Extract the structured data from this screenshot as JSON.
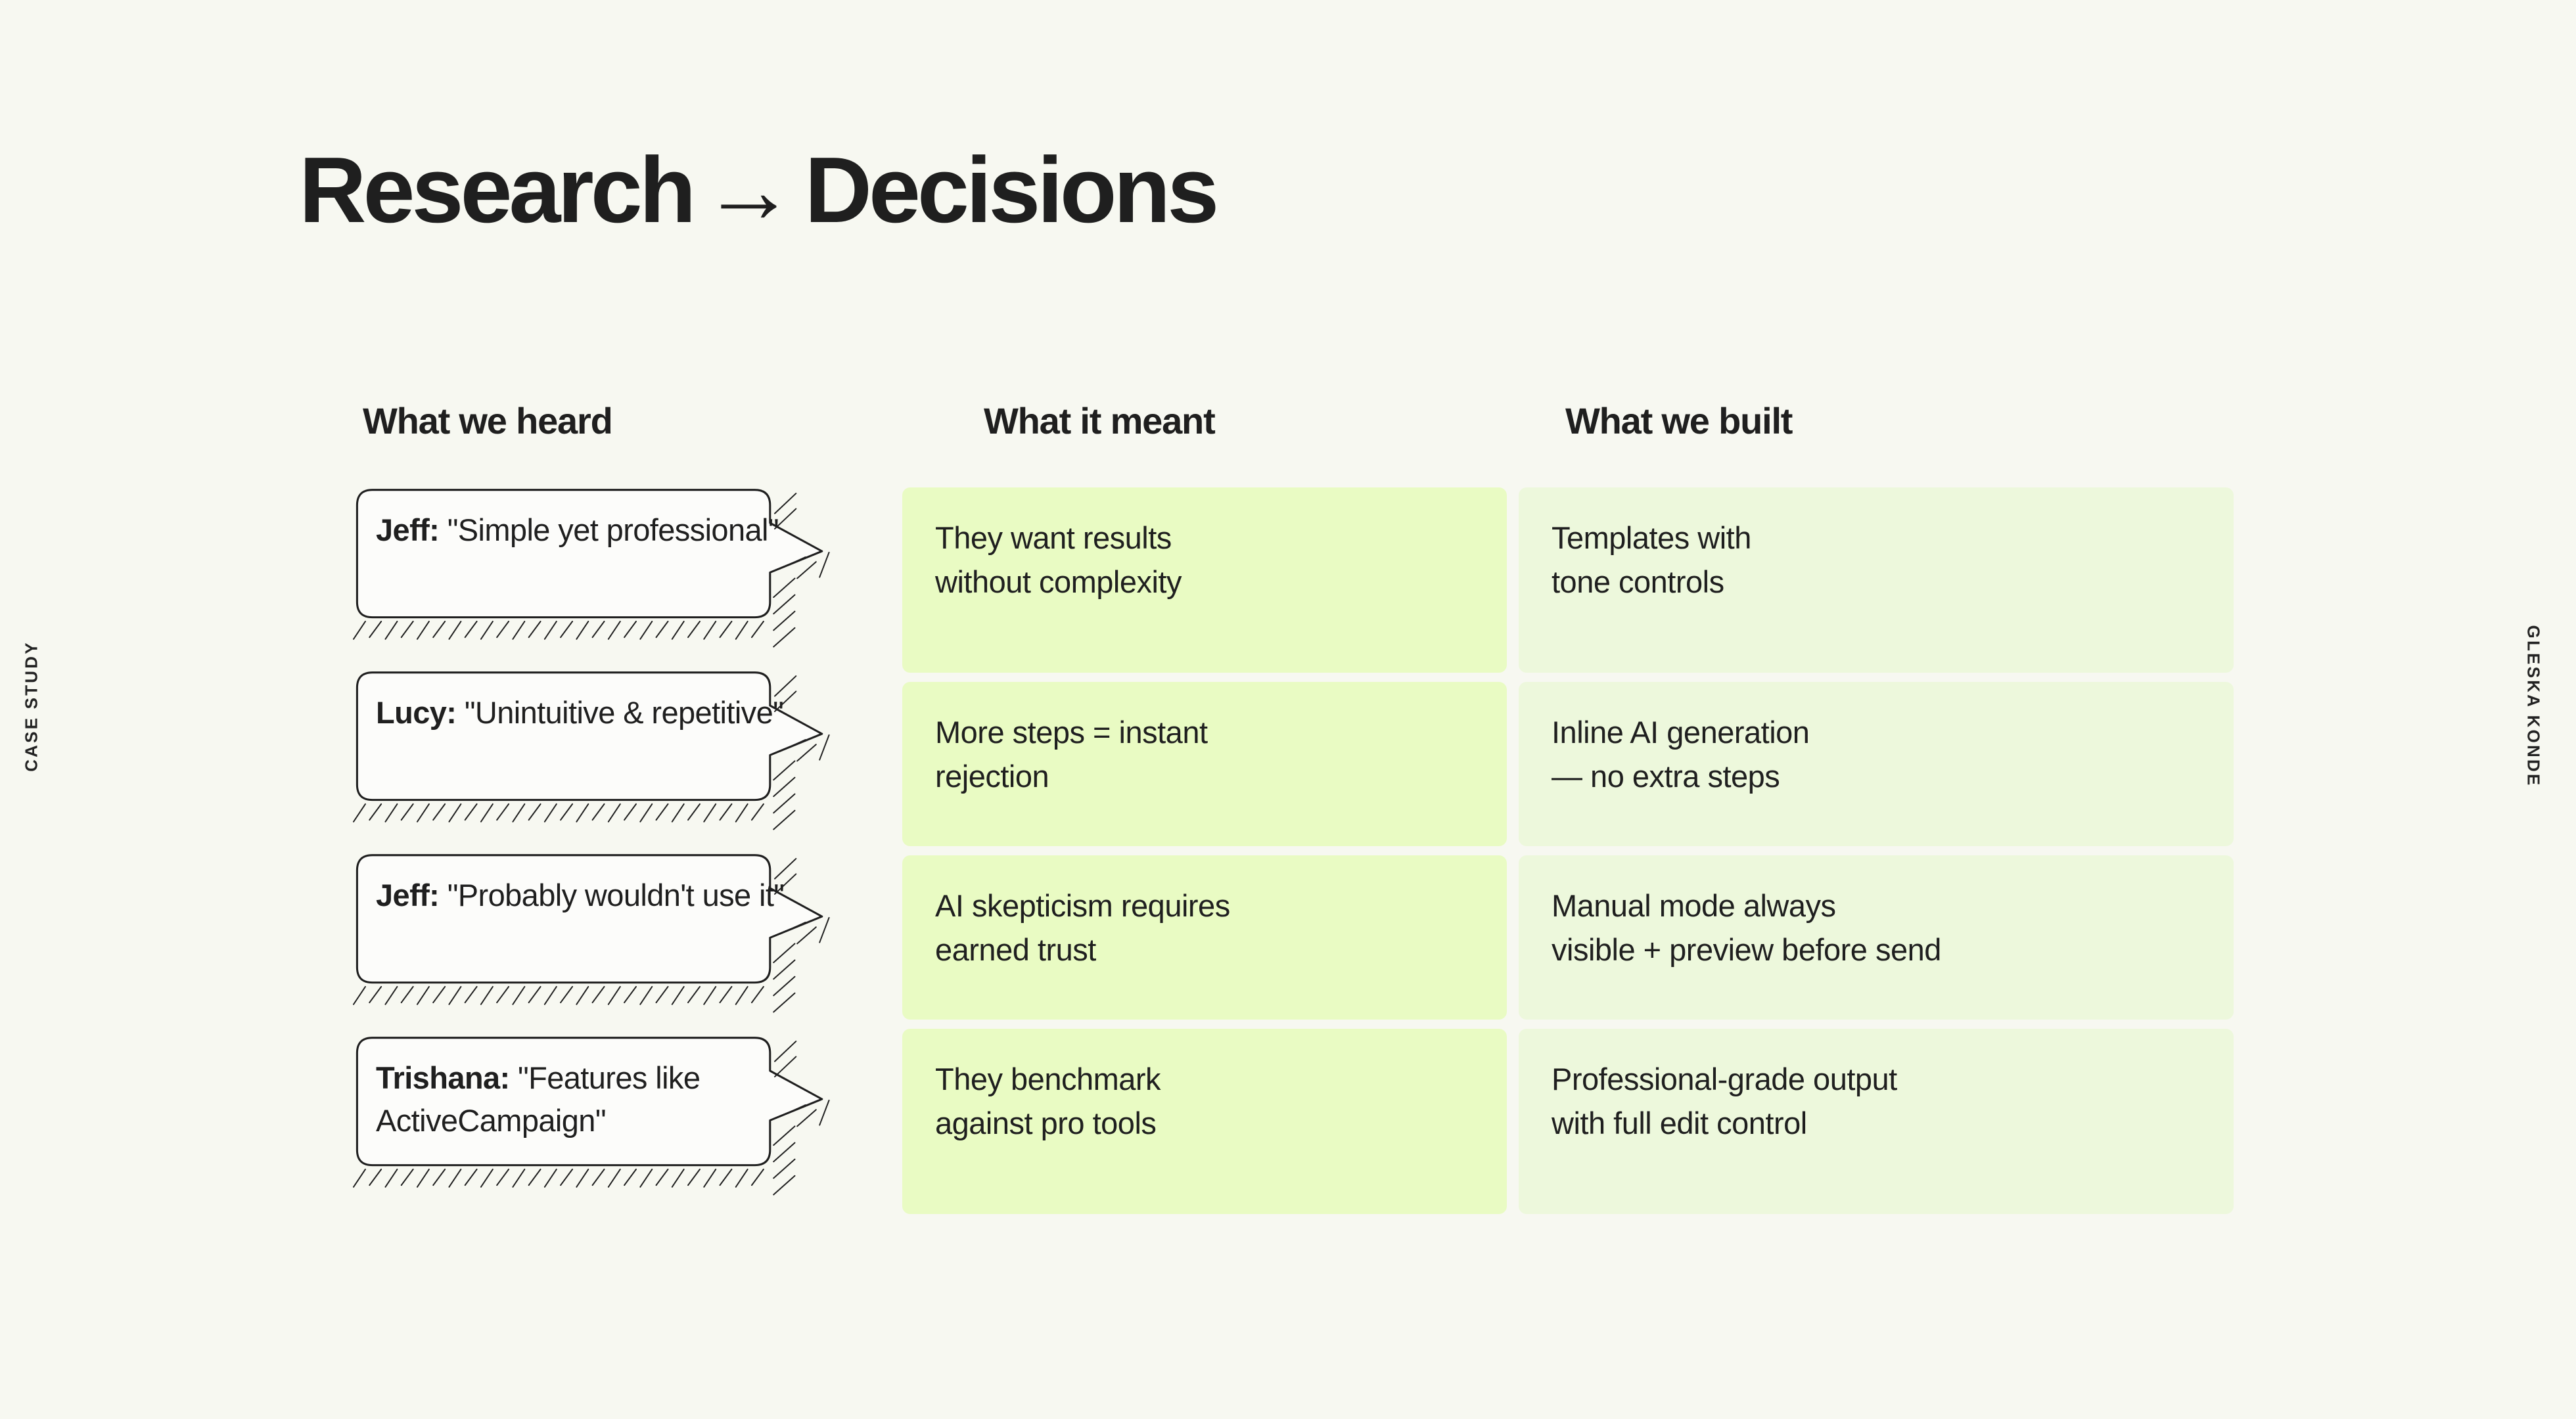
{
  "side_labels": {
    "left": "CASE STUDY",
    "right": "GLESKA KONDE"
  },
  "title": {
    "lead": "Research",
    "arrow": "→",
    "trail": "Decisions"
  },
  "columns": {
    "heard": "What we heard",
    "meant": "What it meant",
    "built": "What we built"
  },
  "colors": {
    "background": "#f7f8f1",
    "bubble_fill": "#fcfcfa",
    "ink": "#1f1f1f",
    "green_strong": "#e9fbc3",
    "green_soft": "#edf8dc"
  },
  "rows": [
    {
      "speaker": "Jeff:",
      "quote": " \"Simple yet professional\"",
      "meant": "They want results\nwithout complexity",
      "built": "Templates with\ntone controls"
    },
    {
      "speaker": "Lucy:",
      "quote": " \"Unintuitive & repetitive\"",
      "meant": "More steps = instant\nrejection",
      "built": "Inline AI generation\n— no extra steps"
    },
    {
      "speaker": "Jeff:",
      "quote": " \"Probably wouldn't use it\"",
      "meant": "AI skepticism requires\nearned trust",
      "built": "Manual mode always\nvisible + preview before send"
    },
    {
      "speaker": "Trishana:",
      "quote": " \"Features like ActiveCampaign\"",
      "meant": "They benchmark\nagainst pro tools",
      "built": "Professional-grade output\nwith full edit control"
    }
  ]
}
